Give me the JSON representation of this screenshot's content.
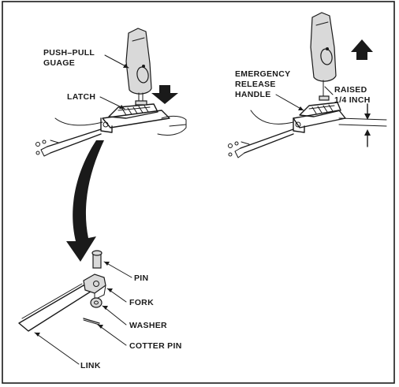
{
  "labels": {
    "push_pull_gauge_line1": "PUSH–PULL",
    "push_pull_gauge_line2": "GUAGE",
    "latch": "LATCH",
    "emergency_line1": "EMERGENCY",
    "emergency_line2": "RELEASE",
    "emergency_line3": "HANDLE",
    "raised_line1": "RAISED",
    "raised_line2": "1/4 INCH",
    "pin": "PIN",
    "fork": "FORK",
    "washer": "WASHER",
    "cotter_pin": "COTTER PIN",
    "link": "LINK"
  },
  "arrows": {
    "left_gauge_direction": "down",
    "right_gauge_direction": "up"
  }
}
